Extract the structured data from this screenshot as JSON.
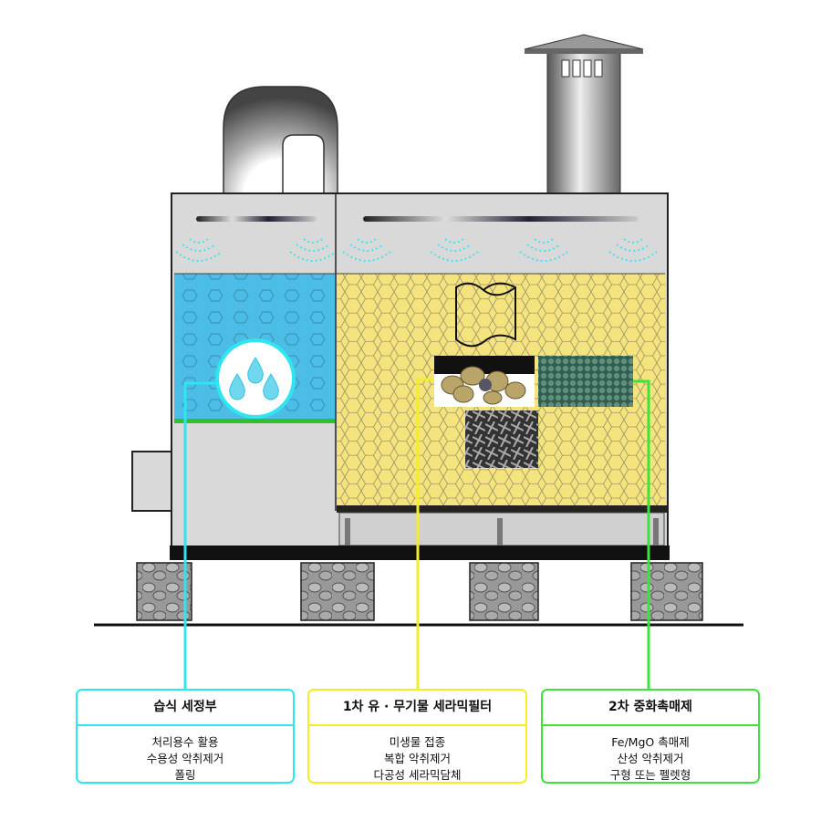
{
  "colors": {
    "wet": "#2ee6f0",
    "ceramic": "#f2ee2a",
    "catalyst": "#3de23a",
    "water_fill": "#4bbde6",
    "media_fill": "#f5e47e",
    "housing": "#d9d9d9"
  },
  "sections": [
    {
      "title": "습식 세정부",
      "lines": [
        "처리용수 활용",
        "수용성 악취제거",
        "폴링"
      ]
    },
    {
      "title": "1차 유 · 무기물 세라믹필터",
      "lines": [
        "미생물 접종",
        "복합 악취제거",
        "다공성 세라믹담체"
      ]
    },
    {
      "title": "2차 중화촉매제",
      "lines": [
        "Fe/MgO 촉매제",
        "산성 악취제거",
        "구형 또는 펠렛형"
      ]
    }
  ]
}
